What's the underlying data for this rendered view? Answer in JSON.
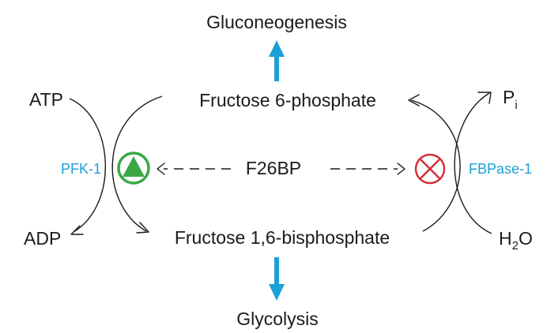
{
  "labels": {
    "gluconeogenesis": "Gluconeogenesis",
    "glycolysis": "Glycolysis",
    "f6p": "Fructose 6-phosphate",
    "f16bp": "Fructose 1,6-bisphosphate",
    "f26bp": "F26BP",
    "atp": "ATP",
    "adp": "ADP",
    "pi_main": "P",
    "pi_sub": "i",
    "h2o_h": "H",
    "h2o_sub": "2",
    "h2o_o": "O"
  },
  "enzymes": {
    "pfk1": "PFK-1",
    "fbpase1": "FBPase-1"
  },
  "regulation": {
    "pfk1": "activation",
    "fbpase1": "inhibition"
  },
  "colors": {
    "pathway_arrow": "#1ba0d8",
    "enzyme_label": "#1ba0d8",
    "activator": "#3aa845",
    "inhibitor": "#d52b36",
    "text": "#1a1a1a"
  },
  "icons": {
    "activator": "green-triangle-in-circle-icon",
    "inhibitor": "red-x-in-circle-icon"
  }
}
